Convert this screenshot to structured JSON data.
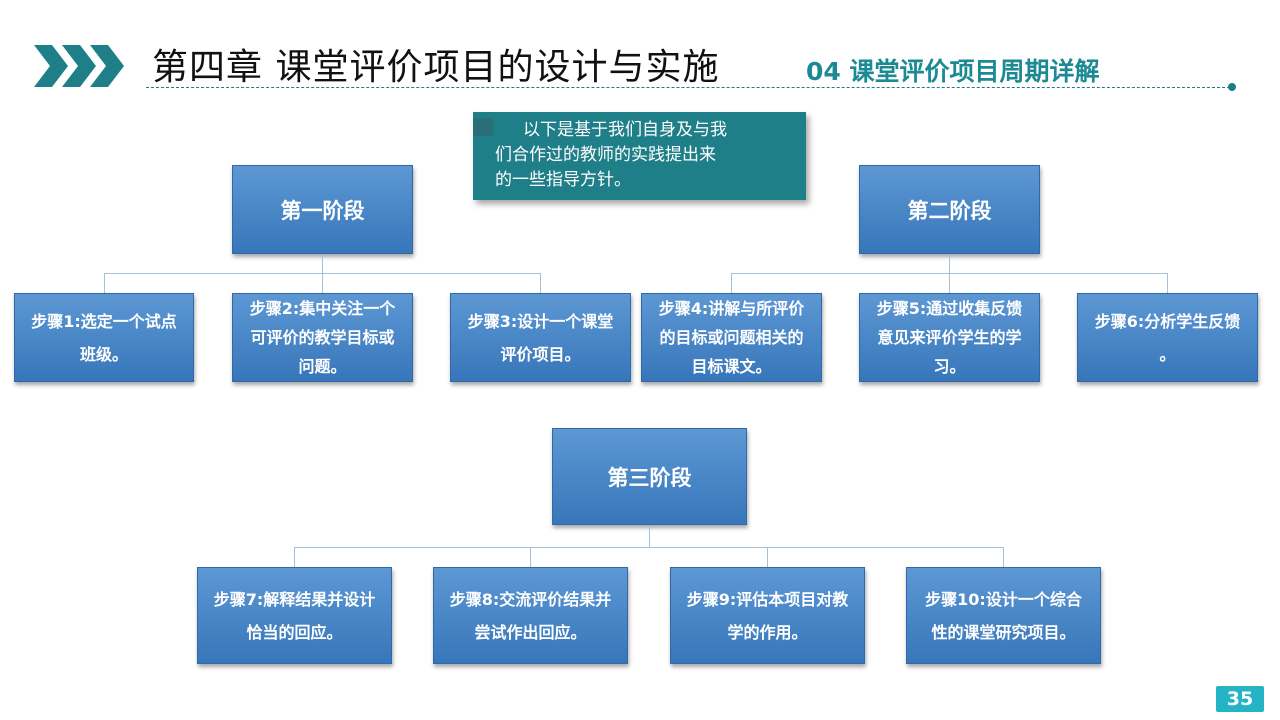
{
  "header": {
    "title": "第四章 课堂评价项目的设计与实施",
    "subtitle": "04 课堂评价项目周期详解"
  },
  "note": {
    "lines": [
      "以下是基于我们自身及与我",
      "们合作过的教师的实践提出来",
      "的一些指导方针。"
    ]
  },
  "stages": [
    {
      "label": "第一阶段",
      "steps": [
        [
          "步骤1:选定一个试点",
          "班级。"
        ],
        [
          "步骤2:集中关注一个",
          "可评价的教学目标或",
          "问题。"
        ],
        [
          "步骤3:设计一个课堂",
          "评价项目。"
        ]
      ]
    },
    {
      "label": "第二阶段",
      "steps": [
        [
          "步骤4:讲解与所评价",
          "的目标或问题相关的",
          "目标课文。"
        ],
        [
          "步骤5:通过收集反馈",
          "意见来评价学生的学",
          "习。"
        ],
        [
          "步骤6:分析学生反馈",
          "。"
        ]
      ]
    },
    {
      "label": "第三阶段",
      "steps": [
        [
          "步骤7:解释结果并设计",
          "恰当的回应。"
        ],
        [
          "步骤8:交流评价结果并",
          "尝试作出回应。"
        ],
        [
          "步骤9:评估本项目对教",
          "学的作用。"
        ],
        [
          "步骤10:设计一个综合",
          "性的课堂研究项目。"
        ]
      ]
    }
  ],
  "footer": {
    "page_number": "35"
  },
  "colors": {
    "accent": "#1f7f88",
    "box_top": "#5d98d4",
    "box_bottom": "#3776ba",
    "page_badge": "#25b4c6"
  }
}
